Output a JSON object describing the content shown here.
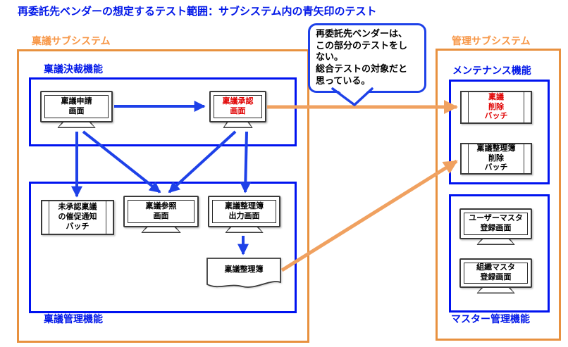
{
  "title": "再委託先ベンダーの想定するテスト範囲：サブシステム内の青矢印のテスト",
  "callout": {
    "text": "再委託先ベンダーは、\nこの部分のテストをし\nない。\n総合テストの対象だと\n思っている。"
  },
  "left_subsystem": {
    "label": "稟議サブシステム",
    "approval_group": {
      "label": "稟議決裁機能",
      "nodes": {
        "application_screen": "稟議申請\n画面",
        "approval_screen": "稟議承認\n画面"
      }
    },
    "management_group": {
      "label": "稟議管理機能",
      "nodes": {
        "reminder_batch": "未承認稟議\nの催促通知\nバッチ",
        "reference_screen": "稟議参照\n画面",
        "ledger_output_screen": "稟議整理簿\n出力画面",
        "ledger_document": "稟議整理簿"
      }
    }
  },
  "right_subsystem": {
    "label": "管理サブシステム",
    "maintenance_group": {
      "label": "メンテナンス機能",
      "nodes": {
        "ringi_delete_batch": "稟議\n削除\nバッチ",
        "ledger_delete_batch": "稟議整理簿\n削除\nバッチ"
      }
    },
    "master_group": {
      "label": "マスター管理機能",
      "nodes": {
        "user_master_screen": "ユーザーマスタ\n登録画面",
        "org_master_screen": "組織マスタ\n登録画面"
      }
    }
  },
  "colors": {
    "blue_border": "#0013f0",
    "blue_text": "#0016e8",
    "blue_arrow": "#1e41e8",
    "orange_border": "#e8913f",
    "orange_text": "#f79646",
    "orange_arrow": "#f0a160",
    "red_text": "#e00000"
  }
}
